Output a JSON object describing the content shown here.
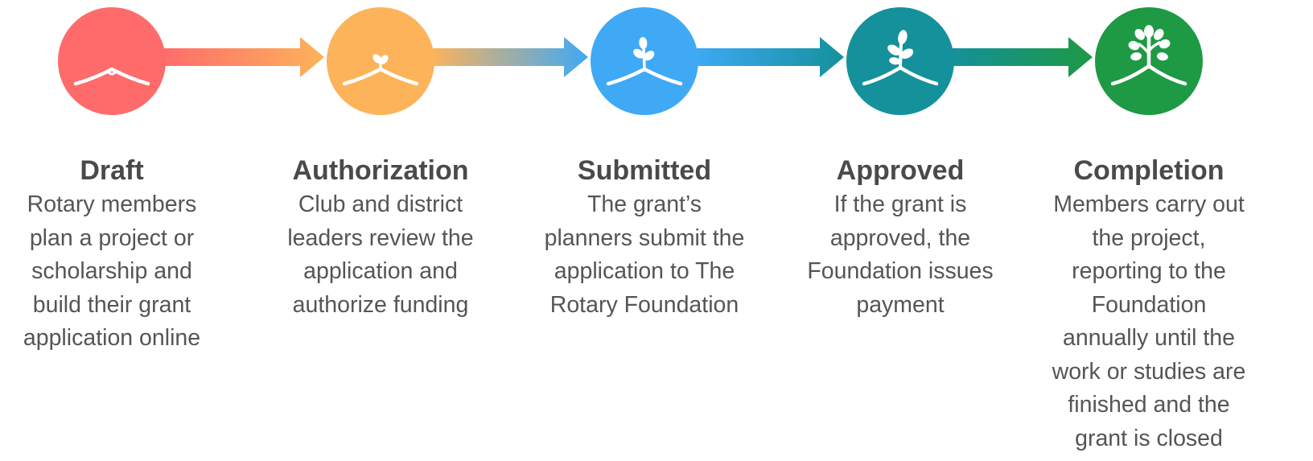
{
  "stages": [
    {
      "id": "draft",
      "title": "Draft",
      "description_lines": [
        "Rotary members",
        "plan a project or",
        "scholarship and",
        "build their grant",
        "application online"
      ],
      "color": "#FF6B6B",
      "icon": "hill-seed-icon"
    },
    {
      "id": "authorization",
      "title": "Authorization",
      "description_lines": [
        "Club and district",
        "leaders review the",
        "application and",
        "authorize funding"
      ],
      "color": "#FDB35A",
      "icon": "hill-sprout-icon"
    },
    {
      "id": "submitted",
      "title": "Submitted",
      "description_lines": [
        "The grant’s",
        "planners submit the",
        "application to The",
        "Rotary Foundation"
      ],
      "color": "#3FA9F5",
      "icon": "hill-seedling-icon"
    },
    {
      "id": "approved",
      "title": "Approved",
      "description_lines": [
        "If the grant is",
        "approved, the",
        "Foundation issues",
        "payment"
      ],
      "color": "#14919B",
      "icon": "hill-plant-icon"
    },
    {
      "id": "completion",
      "title": "Completion",
      "description_lines": [
        "Members carry out",
        "the project,",
        "reporting to the",
        "Foundation",
        "annually until the",
        "work or studies are",
        "finished and the",
        "grant is closed"
      ],
      "color": "#1E9944",
      "icon": "hill-tree-icon"
    }
  ]
}
